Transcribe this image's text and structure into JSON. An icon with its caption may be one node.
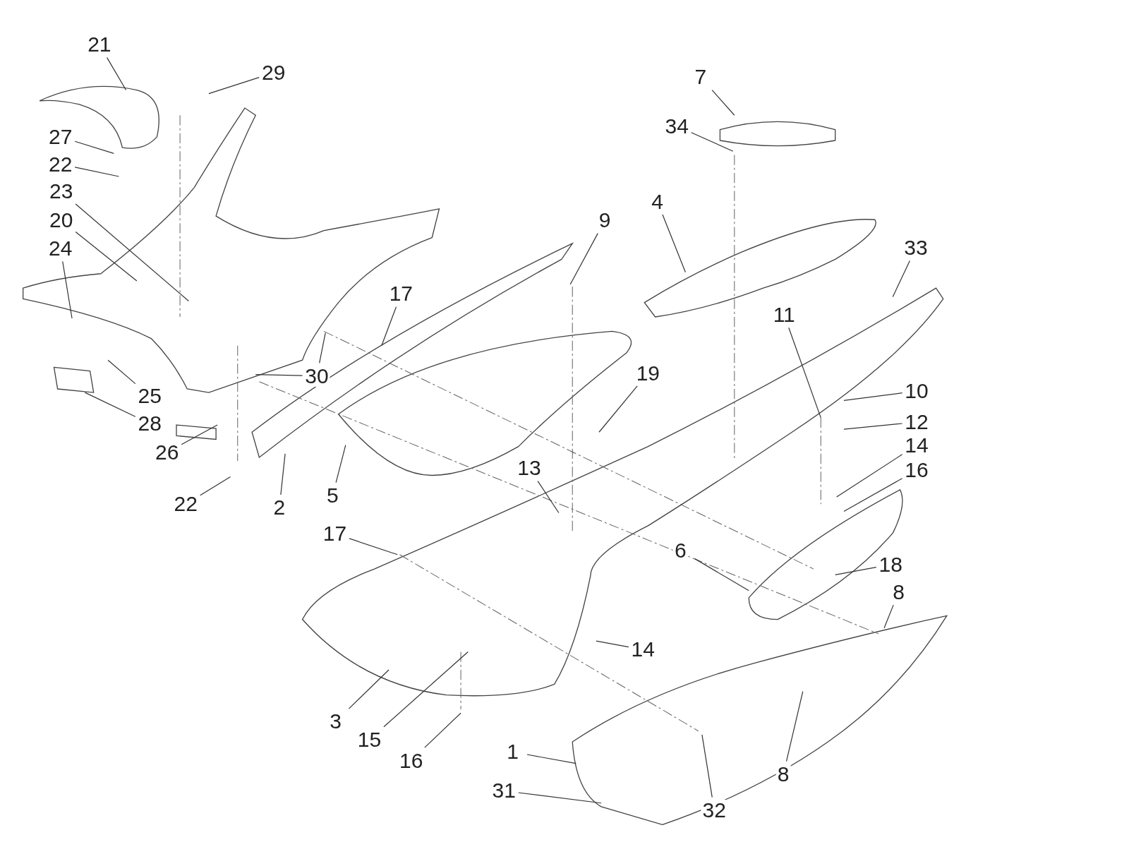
{
  "diagram": {
    "nodes": [
      {
        "text": [
          "21"
        ]
      },
      {
        "text": [
          "29"
        ]
      },
      {
        "text": [
          "27"
        ]
      },
      {
        "text": [
          "22"
        ]
      },
      {
        "text": [
          "23"
        ]
      },
      {
        "text": [
          "20"
        ]
      },
      {
        "text": [
          "24"
        ]
      },
      {
        "text": [
          "25"
        ]
      },
      {
        "text": [
          "28"
        ]
      },
      {
        "text": [
          "26"
        ]
      },
      {
        "text": [
          "22"
        ]
      },
      {
        "text": [
          "2"
        ]
      },
      {
        "text": [
          "5"
        ]
      },
      {
        "text": [
          "30"
        ]
      },
      {
        "text": [
          "17"
        ]
      },
      {
        "text": [
          "9"
        ]
      },
      {
        "text": [
          "4"
        ]
      },
      {
        "text": [
          "7"
        ]
      },
      {
        "text": [
          "34"
        ]
      },
      {
        "text": [
          "33"
        ]
      },
      {
        "text": [
          "11"
        ]
      },
      {
        "text": [
          "10"
        ]
      },
      {
        "text": [
          "12"
        ]
      },
      {
        "text": [
          "14"
        ]
      },
      {
        "text": [
          "16"
        ]
      },
      {
        "text": [
          "19"
        ]
      },
      {
        "text": [
          "13"
        ]
      },
      {
        "text": [
          "17"
        ]
      },
      {
        "text": [
          "6"
        ]
      },
      {
        "text": [
          "18"
        ]
      },
      {
        "text": [
          "8"
        ]
      },
      {
        "text": [
          "14"
        ]
      },
      {
        "text": [
          "3"
        ]
      },
      {
        "text": [
          "15"
        ]
      },
      {
        "text": [
          "16"
        ]
      },
      {
        "text": [
          "1"
        ]
      },
      {
        "text": [
          "31"
        ]
      },
      {
        "text": [
          "32"
        ]
      },
      {
        "text": [
          "8"
        ]
      }
    ],
    "edges": [
      {
        "from": 0,
        "to": null,
        "arrow": "none"
      },
      {
        "from": 1,
        "to": null,
        "arrow": "none"
      },
      {
        "from": 2,
        "to": null,
        "arrow": "none"
      },
      {
        "from": 3,
        "to": null,
        "arrow": "none"
      },
      {
        "from": 4,
        "to": null,
        "arrow": "none"
      },
      {
        "from": 5,
        "to": null,
        "arrow": "none"
      },
      {
        "from": 6,
        "to": null,
        "arrow": "none"
      },
      {
        "from": 7,
        "to": null,
        "arrow": "none"
      },
      {
        "from": 8,
        "to": null,
        "arrow": "none"
      },
      {
        "from": 9,
        "to": null,
        "arrow": "none"
      },
      {
        "from": 10,
        "to": null,
        "arrow": "none"
      },
      {
        "from": 11,
        "to": null,
        "arrow": "none"
      },
      {
        "from": 12,
        "to": null,
        "arrow": "none"
      },
      {
        "from": 13,
        "to": null,
        "arrow": "none"
      },
      {
        "from": 14,
        "to": null,
        "arrow": "none"
      },
      {
        "from": 15,
        "to": null,
        "arrow": "none"
      },
      {
        "from": 16,
        "to": null,
        "arrow": "none"
      },
      {
        "from": 17,
        "to": null,
        "arrow": "none"
      },
      {
        "from": 18,
        "to": null,
        "arrow": "none"
      },
      {
        "from": 19,
        "to": null,
        "arrow": "none"
      },
      {
        "from": 20,
        "to": null,
        "arrow": "none"
      },
      {
        "from": 21,
        "to": null,
        "arrow": "none"
      },
      {
        "from": 22,
        "to": null,
        "arrow": "none"
      },
      {
        "from": 23,
        "to": null,
        "arrow": "none"
      },
      {
        "from": 24,
        "to": null,
        "arrow": "none"
      },
      {
        "from": 25,
        "to": null,
        "arrow": "none"
      },
      {
        "from": 26,
        "to": null,
        "arrow": "none"
      },
      {
        "from": 27,
        "to": null,
        "arrow": "none"
      },
      {
        "from": 28,
        "to": null,
        "arrow": "none"
      },
      {
        "from": 29,
        "to": null,
        "arrow": "none"
      },
      {
        "from": 30,
        "to": null,
        "arrow": "none"
      },
      {
        "from": 31,
        "to": null,
        "arrow": "none"
      },
      {
        "from": 32,
        "to": null,
        "arrow": "none"
      },
      {
        "from": 33,
        "to": null,
        "arrow": "none"
      },
      {
        "from": 34,
        "to": null,
        "arrow": "none"
      },
      {
        "from": 35,
        "to": null,
        "arrow": "none"
      },
      {
        "from": 36,
        "to": null,
        "arrow": "none"
      },
      {
        "from": 37,
        "to": null,
        "arrow": "none"
      },
      {
        "from": 38,
        "to": null,
        "arrow": "none"
      },
      {
        "from": 13,
        "to": null,
        "arrow": "none"
      }
    ]
  }
}
